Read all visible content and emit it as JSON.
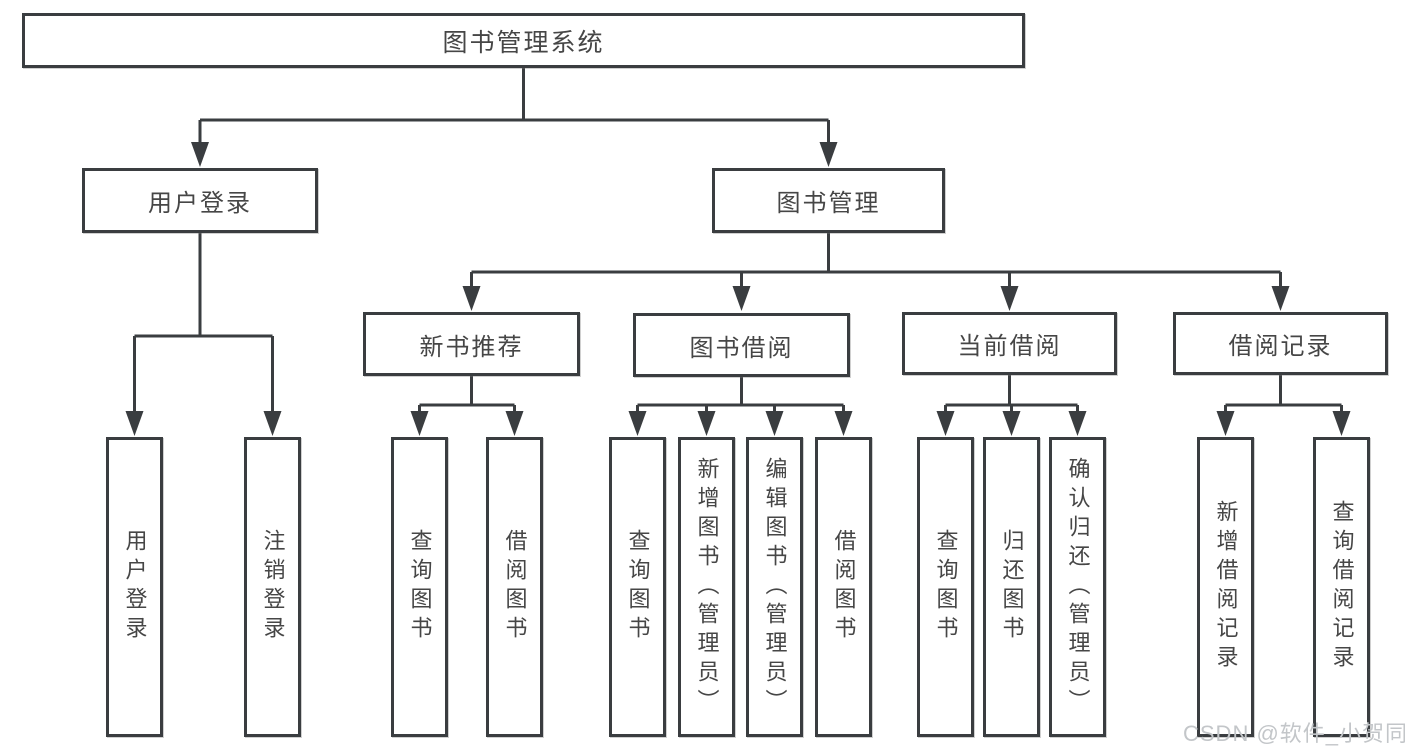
{
  "diagram": {
    "type": "tree",
    "root": {
      "label": "图书管理系统",
      "children": [
        {
          "label": "用户登录",
          "children": [
            {
              "label": "用户登录"
            },
            {
              "label": "注销登录"
            }
          ]
        },
        {
          "label": "图书管理",
          "children": [
            {
              "label": "新书推荐",
              "children": [
                {
                  "label": "查询图书"
                },
                {
                  "label": "借阅图书"
                }
              ]
            },
            {
              "label": "图书借阅",
              "children": [
                {
                  "label": "查询图书"
                },
                {
                  "label": "新增图书（管理员）"
                },
                {
                  "label": "编辑图书（管理员）"
                },
                {
                  "label": "借阅图书"
                }
              ]
            },
            {
              "label": "当前借阅",
              "children": [
                {
                  "label": "查询图书"
                },
                {
                  "label": "归还图书"
                },
                {
                  "label": "确认归还（管理员）"
                }
              ]
            },
            {
              "label": "借阅记录",
              "children": [
                {
                  "label": "新增借阅记录"
                },
                {
                  "label": "查询借阅记录"
                }
              ]
            }
          ]
        }
      ]
    },
    "watermark": "CSDN @软件_小贺同学",
    "colors": {
      "background": "#ffffff",
      "line": "#3a3d40",
      "box_border": "#3a3d40",
      "box_fill": "#ffffff",
      "text": "#464646",
      "watermark": "#c3c6c9"
    }
  }
}
